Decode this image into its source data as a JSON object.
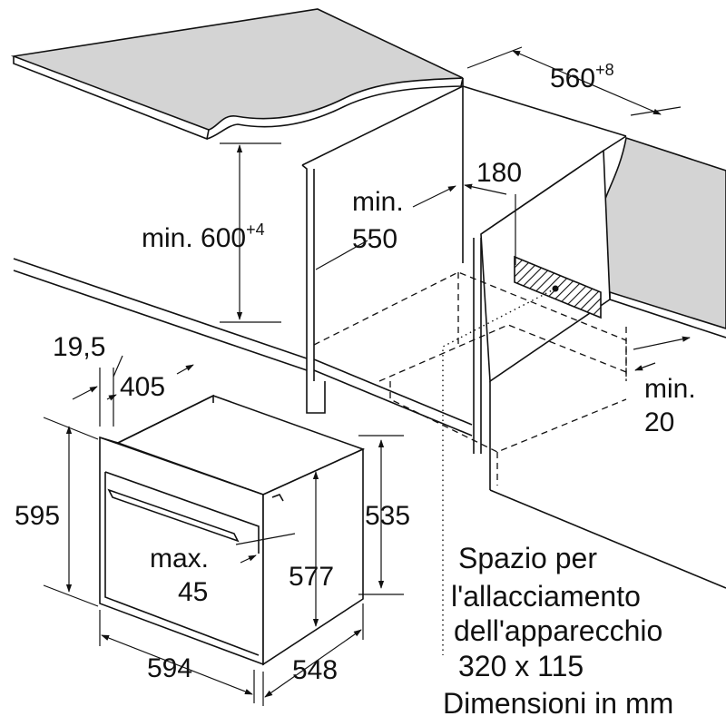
{
  "dimensions": {
    "niche_width": "560",
    "niche_width_tol": "+8",
    "niche_height_prefix": "min. ",
    "niche_height_value": "600",
    "niche_height_tol": "+4",
    "niche_depth_l1": "min.",
    "niche_depth_l2": "550",
    "side_offset": "180",
    "gap_l1": "min.",
    "gap_l2": "20",
    "oven_front_thickness": "19,5",
    "oven_panel_depth": "405",
    "oven_height": "595",
    "oven_body_height": "535",
    "oven_inner_height": "577",
    "handle_l1": "max.",
    "handle_l2": "45",
    "oven_width": "594",
    "oven_depth": "548"
  },
  "notes": {
    "connection_l1": "Spazio per",
    "connection_l2": "l'allacciamento",
    "connection_l3": "dell'apparecchio",
    "connection_l4": "320 x 115",
    "units": "Dimensioni in mm"
  }
}
